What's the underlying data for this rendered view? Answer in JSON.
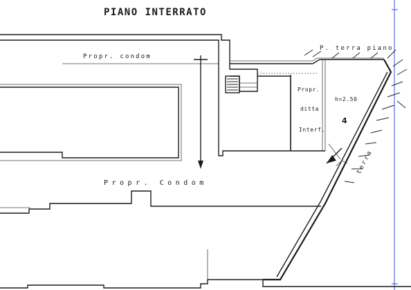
{
  "title": "PIANO INTERRATO",
  "labels": {
    "condominium_top": "Propr. condom",
    "condominium_mid": "Propr. Condom",
    "ground_floor": "P. terra piano",
    "terrain": "terra",
    "owner_line1": "Propr.",
    "owner_line2": "ditta",
    "owner_line3": "Interf.",
    "height": "h=2.50",
    "room_number": "4"
  },
  "colors": {
    "ink": "#1a1a1a",
    "scan_line": "#3a4fd6",
    "paper": "#ffffff"
  },
  "icons": {
    "north_arrow": "north-arrow-icon",
    "section_arrow": "section-arrow-down-icon"
  }
}
